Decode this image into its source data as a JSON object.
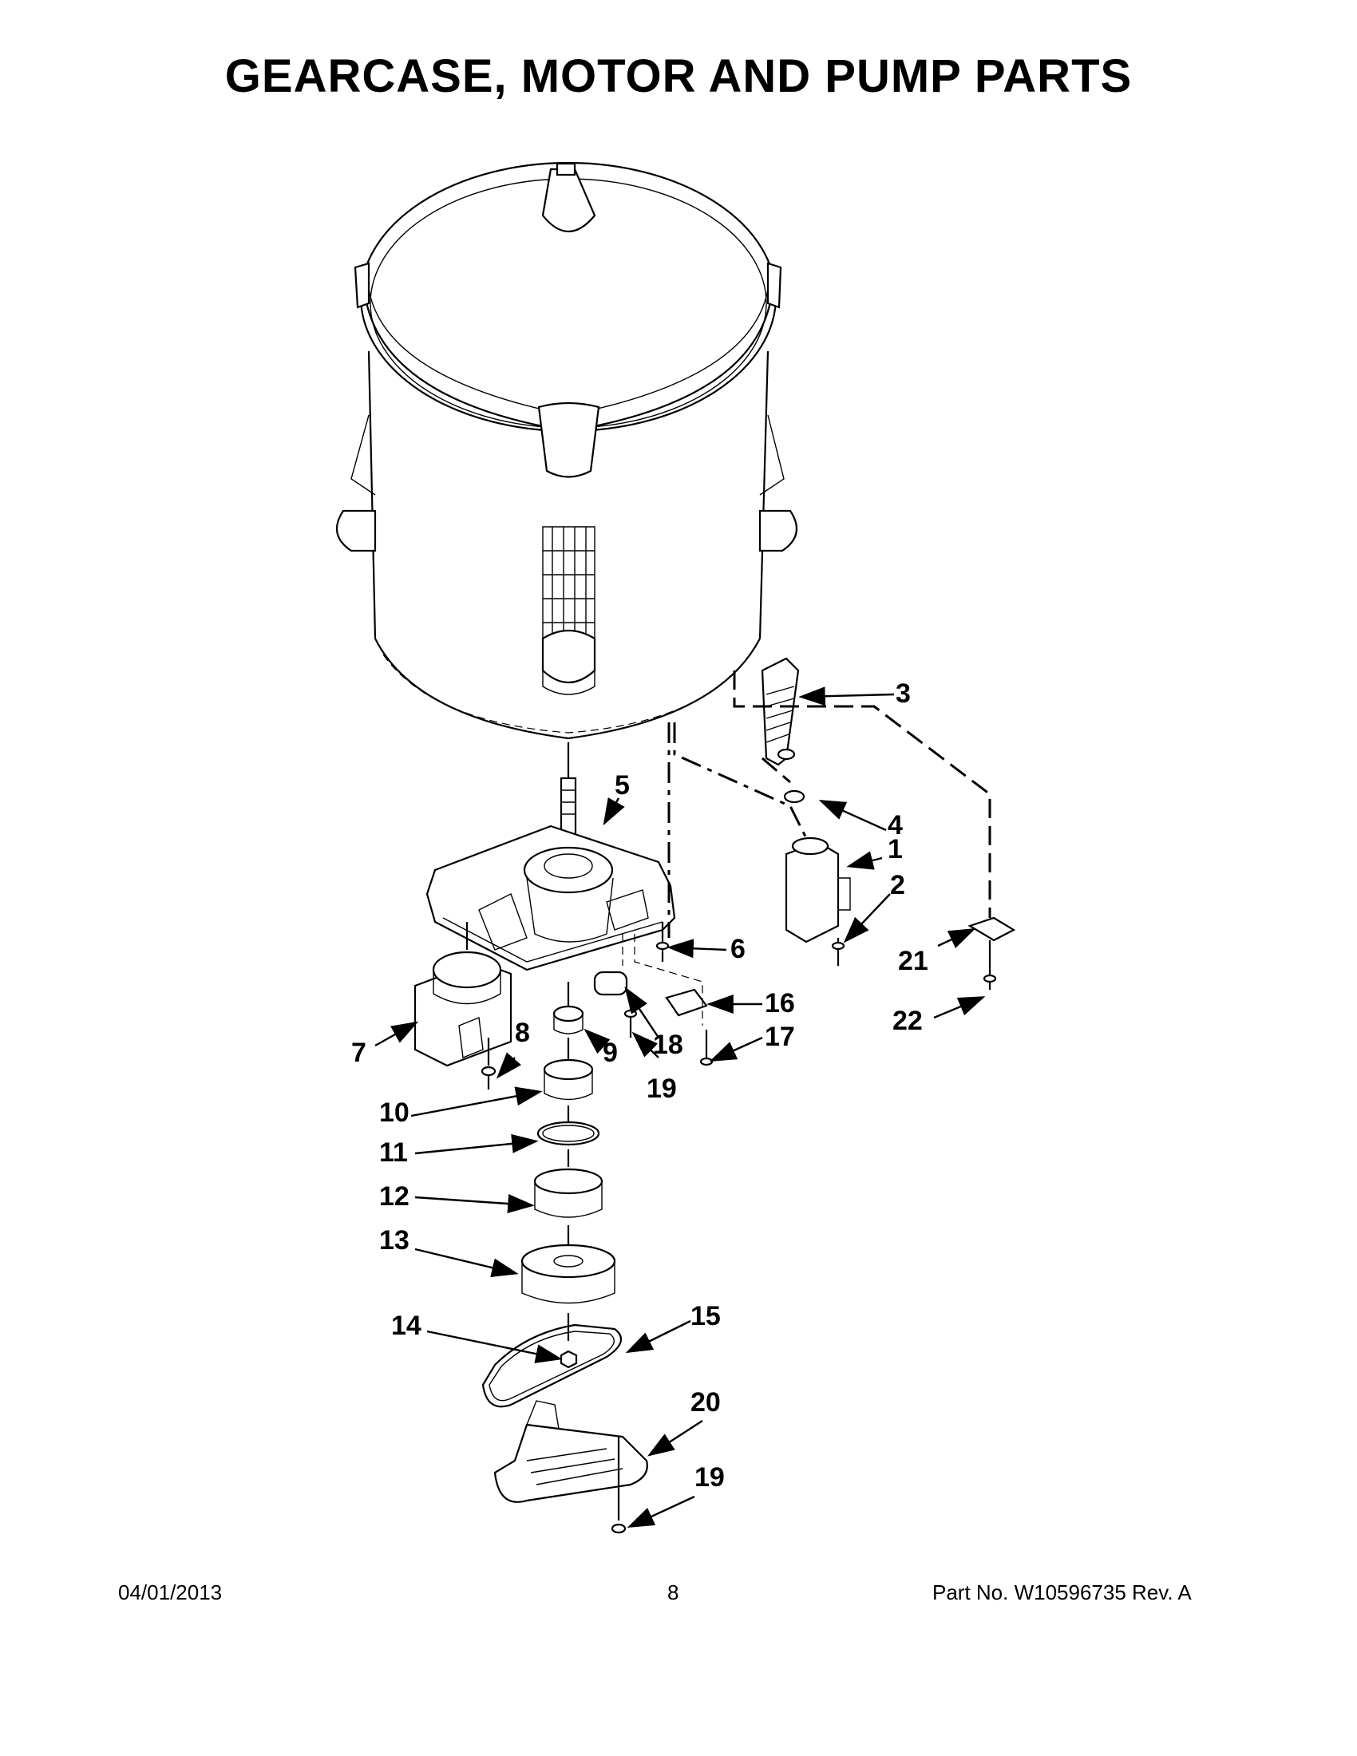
{
  "page_title": "GEARCASE, MOTOR AND PUMP PARTS",
  "footer": {
    "date": "04/01/2013",
    "page_number": "8",
    "part_number": "Part No.  W10596735  Rev.  A"
  },
  "callouts": {
    "c1": "1",
    "c2": "2",
    "c3": "3",
    "c4": "4",
    "c5": "5",
    "c6": "6",
    "c7": "7",
    "c8": "8",
    "c9": "9",
    "c10": "10",
    "c11": "11",
    "c12": "12",
    "c13": "13",
    "c14": "14",
    "c15": "15",
    "c16": "16",
    "c17": "17",
    "c18": "18",
    "c19a": "19",
    "c19b": "19",
    "c20": "20",
    "c21": "21",
    "c22": "22"
  }
}
